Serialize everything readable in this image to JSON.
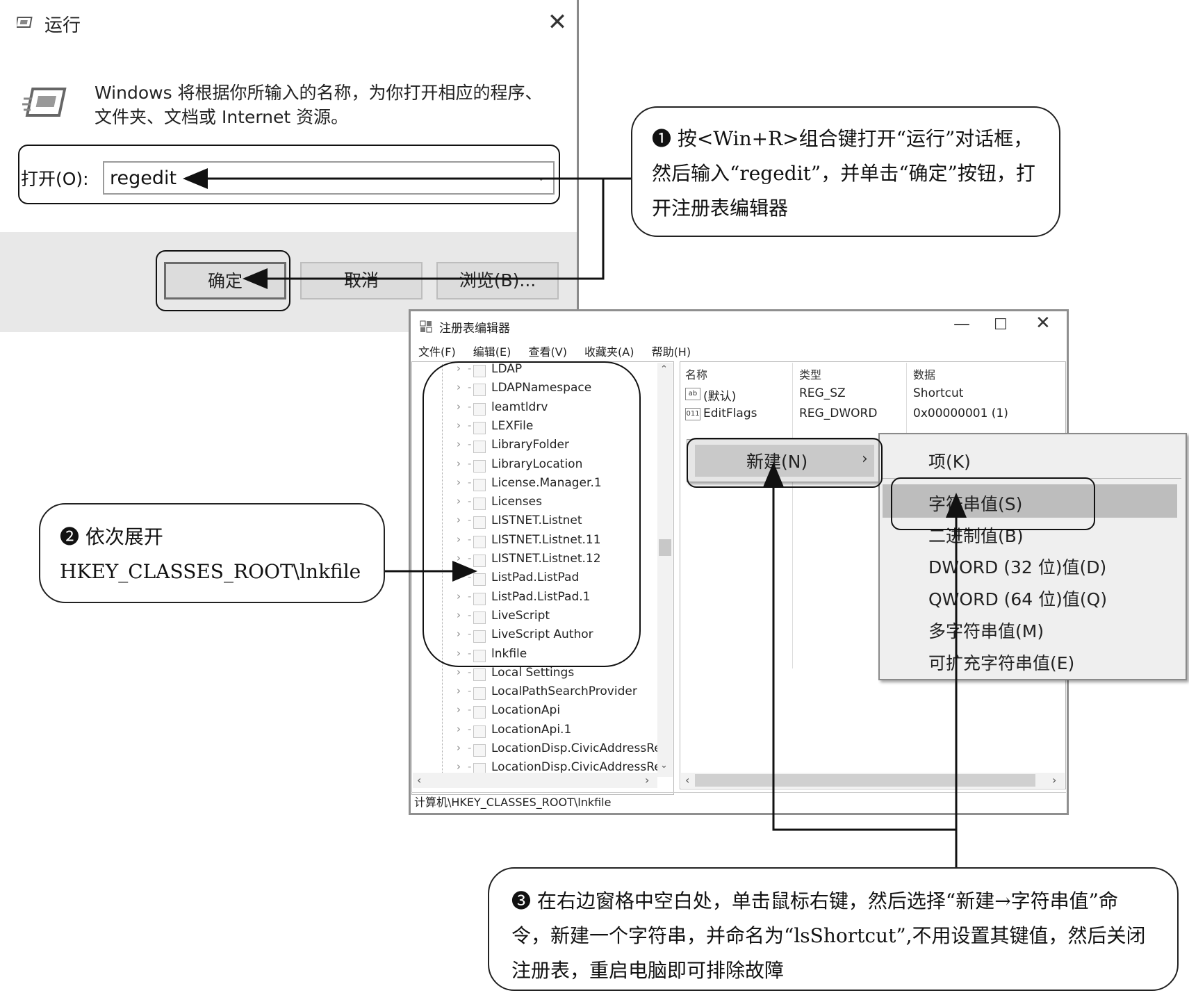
{
  "run_dialog": {
    "title": "运行",
    "close_glyph": "✕",
    "description": "Windows 将根据你所输入的名称，为你打开相应的程序、文件夹、文档或 Internet 资源。",
    "open_label": "打开(O):",
    "input_value": "regedit",
    "buttons": {
      "ok": "确定",
      "cancel": "取消",
      "browse": "浏览(B)..."
    }
  },
  "regedit": {
    "title": "注册表编辑器",
    "window_controls": {
      "minimize": "—",
      "maximize": "☐",
      "close": "✕"
    },
    "menu": [
      "文件(F)",
      "编辑(E)",
      "查看(V)",
      "收藏夹(A)",
      "帮助(H)"
    ],
    "tree_items": [
      "LDAP",
      "LDAPNamespace",
      "leamtldrv",
      "LEXFile",
      "LibraryFolder",
      "LibraryLocation",
      "License.Manager.1",
      "Licenses",
      "LISTNET.Listnet",
      "LISTNET.Listnet.11",
      "LISTNET.Listnet.12",
      "ListPad.ListPad",
      "ListPad.ListPad.1",
      "LiveScript",
      "LiveScript Author",
      "lnkfile",
      "Local Settings",
      "LocalPathSearchProvider",
      "LocationApi",
      "LocationApi.1",
      "LocationDisp.CivicAddressRep",
      "LocationDisp.CivicAddressRep"
    ],
    "columns": {
      "name": "名称",
      "type": "类型",
      "data": "数据"
    },
    "values": [
      {
        "icon": "ab",
        "name": "(默认)",
        "type": "REG_SZ",
        "data": "Shortcut"
      },
      {
        "icon": "011",
        "name": "EditFlags",
        "type": "REG_DWORD",
        "data": "0x00000001 (1)"
      }
    ],
    "status": "计算机\\HKEY_CLASSES_ROOT\\lnkfile"
  },
  "context_menu": {
    "new_label": "新建(N)",
    "submenu": [
      "项(K)",
      "字符串值(S)",
      "二进制值(B)",
      "DWORD (32 位)值(D)",
      "QWORD (64 位)值(Q)",
      "多字符串值(M)",
      "可扩充字符串值(E)"
    ]
  },
  "callouts": {
    "step1": "❶ 按<Win+R>组合键打开“运行”对话框，然后输入“regedit”，并单击“确定”按钮，打开注册表编辑器",
    "step2": "❷ 依次展开HKEY_CLASSES_ROOT\\lnkfile",
    "step3": "❸ 在右边窗格中空白处，单击鼠标右键，然后选择“新建→字符串值”命令，新建一个字符串，并命名为“lsShortcut”,不用设置其键值，然后关闭注册表，重启电脑即可排除故障"
  }
}
